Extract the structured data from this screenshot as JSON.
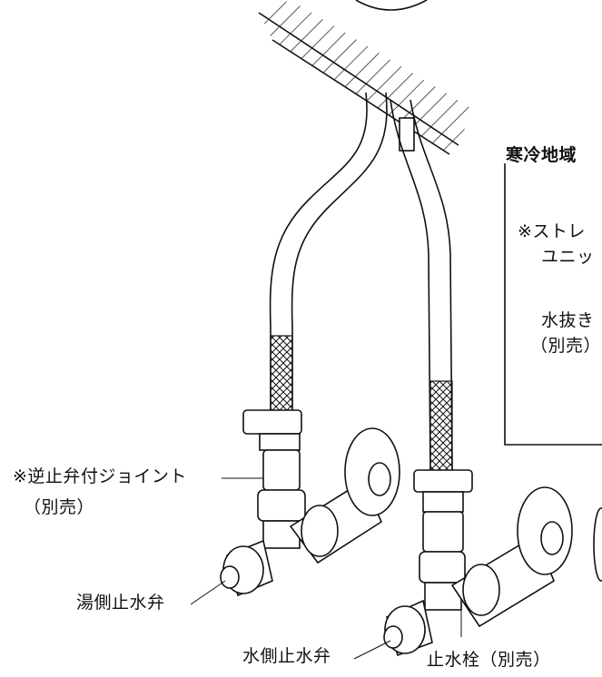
{
  "labels": {
    "check_valve_joint": "※逆止弁付ジョイント",
    "check_valve_joint_note": "（別売）",
    "hot_stop_valve": "湯側止水弁",
    "water_stop_valve": "水側止水弁",
    "stop_cock": "止水栓（別売）"
  },
  "cold_region_box": {
    "title": "寒冷地域",
    "line1": "※ストレ",
    "line2": "ユニッ",
    "line3": "水抜き",
    "line4": "（別売）"
  }
}
